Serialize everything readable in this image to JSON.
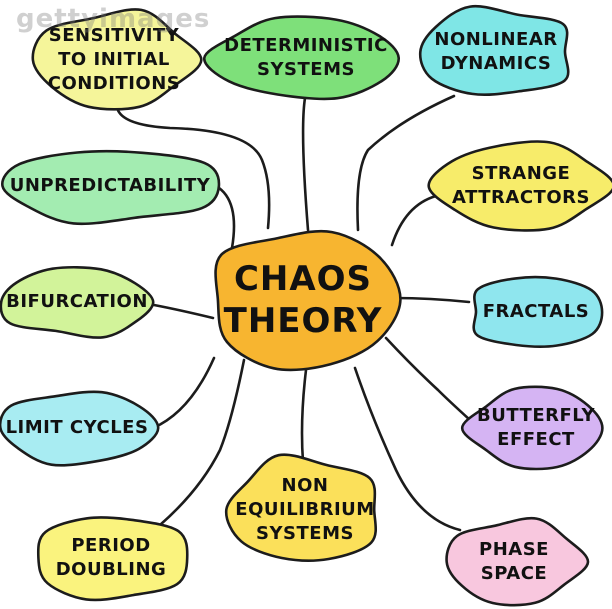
{
  "watermark": "gettyimages",
  "center": {
    "label": "CHAOS\nTHEORY",
    "color": "#f7b530"
  },
  "nodes": [
    {
      "id": "sensitivity",
      "label": "SENSITIVITY\nTO INITIAL\nCONDITIONS",
      "color": "#f5f59a"
    },
    {
      "id": "deterministic",
      "label": "DETERMINISTIC\nSYSTEMS",
      "color": "#7ee07a"
    },
    {
      "id": "nonlinear",
      "label": "NONLINEAR\nDYNAMICS",
      "color": "#7fe6e6"
    },
    {
      "id": "unpredictability",
      "label": "UNPREDICTABILITY",
      "color": "#a3ecb1"
    },
    {
      "id": "strange",
      "label": "STRANGE\nATTRACTORS",
      "color": "#f7ec6a"
    },
    {
      "id": "bifurcation",
      "label": "BIFURCATION",
      "color": "#d2f39a"
    },
    {
      "id": "fractals",
      "label": "FRACTALS",
      "color": "#8fe6ee"
    },
    {
      "id": "limit",
      "label": "LIMIT CYCLES",
      "color": "#a8ecf2"
    },
    {
      "id": "butterfly",
      "label": "BUTTERFLY\nEFFECT",
      "color": "#d5b4f3"
    },
    {
      "id": "nonequilibrium",
      "label": "NON\nEQUILIBRIUM\nSYSTEMS",
      "color": "#fbe05a"
    },
    {
      "id": "period",
      "label": "PERIOD\nDOUBLING",
      "color": "#faf37e"
    },
    {
      "id": "phase",
      "label": "PHASE\nSPACE",
      "color": "#f8c7de"
    }
  ]
}
